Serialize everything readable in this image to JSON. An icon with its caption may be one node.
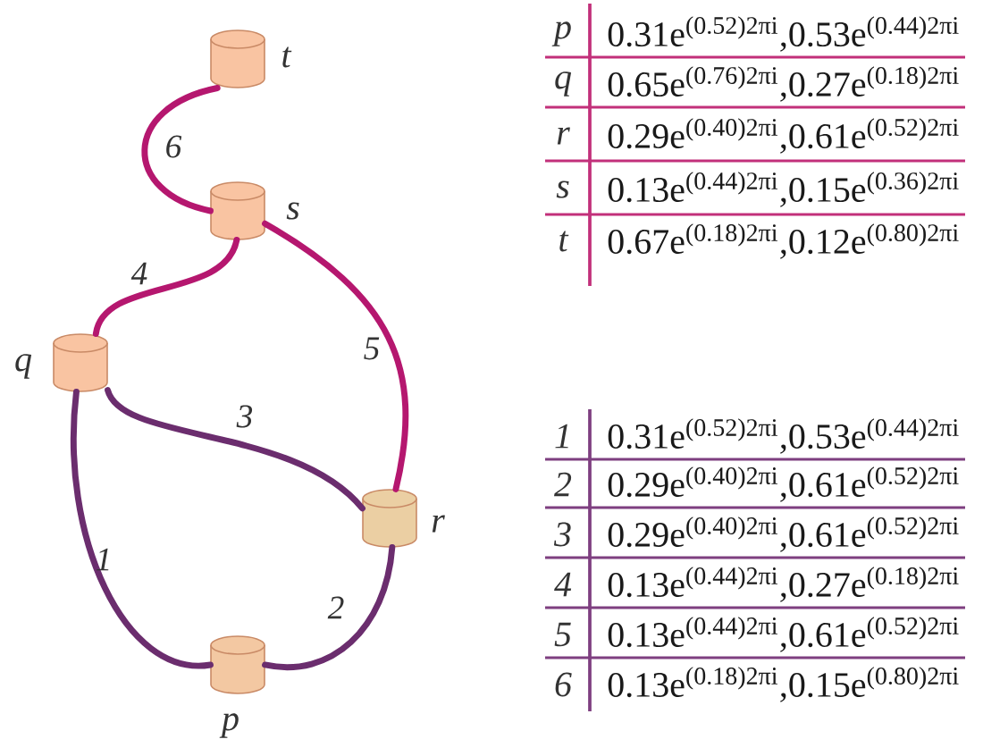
{
  "diagram": {
    "nodes": [
      {
        "text": [],
        "shape": "cylinder",
        "beside": [
          "t"
        ]
      },
      {
        "text": [],
        "shape": "cylinder",
        "beside": [
          "s"
        ]
      },
      {
        "text": [],
        "shape": "cylinder",
        "beside": [
          "q"
        ]
      },
      {
        "text": [],
        "shape": "cylinder",
        "beside": [
          "r"
        ]
      },
      {
        "text": [],
        "shape": "cylinder",
        "beside": [
          "p"
        ]
      }
    ],
    "edges": [
      {
        "from": 2,
        "to": 4,
        "arrow": "none",
        "label": "1",
        "color": "#6b2d6e"
      },
      {
        "from": 3,
        "to": 4,
        "arrow": "none",
        "label": "2",
        "color": "#6b2d6e"
      },
      {
        "from": 2,
        "to": 3,
        "arrow": "none",
        "label": "3",
        "color": "#6b2d6e"
      },
      {
        "from": 1,
        "to": 2,
        "arrow": "none",
        "label": "4"
      },
      {
        "from": 1,
        "to": 3,
        "arrow": "none",
        "label": "5"
      },
      {
        "from": 0,
        "to": 1,
        "arrow": "none",
        "label": "6"
      }
    ],
    "labels": [
      "p",
      "0.31e$^{(0.52)2πi}$,0.53e$^{(0.44)2πi}$",
      "q",
      "0.65e$^{(0.76)2πi}$,0.27e$^{(0.18)2πi}$",
      "r",
      "0.29e$^{(0.40)2πi}$,0.61e$^{(0.52)2πi}$",
      "s",
      "0.13e$^{(0.44)2πi}$,0.15e$^{(0.36)2πi}$",
      "t",
      "0.67e$^{(0.18)2πi}$,0.12e$^{(0.80)2πi}$",
      "1",
      "0.31e$^{(0.52)2πi}$,0.53e$^{(0.44)2πi}$",
      "2",
      "0.29e$^{(0.40)2πi}$,0.61e$^{(0.52)2πi}$",
      "3",
      "0.29e$^{(0.40)2πi}$,0.61e$^{(0.52)2πi}$",
      "4",
      "0.13e$^{(0.44)2πi}$,0.27e$^{(0.18)2πi}$",
      "5",
      "0.13e$^{(0.44)2πi}$,0.61e$^{(0.52)2πi}$",
      "6",
      "0.13e$^{(0.18)2πi}$,0.15e$^{(0.80)2πi}$"
    ]
  }
}
